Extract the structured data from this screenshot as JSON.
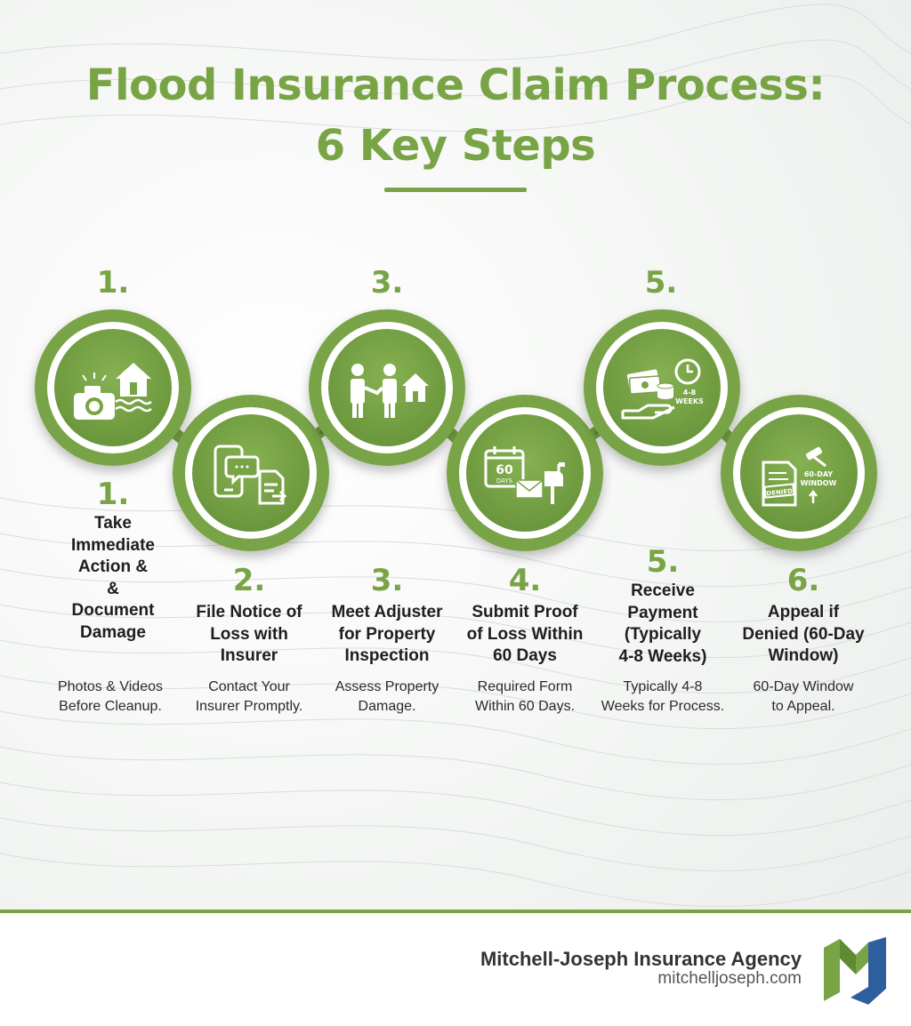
{
  "title_line1": "Flood Insurance Claim Process:",
  "title_line2": "6 Key Steps",
  "top_numbers": [
    "1.",
    "3.",
    "5."
  ],
  "steps": [
    {
      "num": "1.",
      "title_lines": [
        "Take",
        "Immediate",
        "Action &",
        "&",
        "Document",
        "Damage"
      ],
      "desc_lines": [
        "Photos & Videos",
        "Before Cleanup."
      ],
      "icon": "camera-house-flood-icon"
    },
    {
      "num": "2.",
      "title_lines": [
        "File Notice of",
        "Loss with",
        "Insurer"
      ],
      "desc_lines": [
        "Contact Your",
        "Insurer Promptly."
      ],
      "icon": "phone-chat-document-icon"
    },
    {
      "num": "3.",
      "title_lines": [
        "Meet Adjuster",
        "for Property",
        "Inspection"
      ],
      "desc_lines": [
        "Assess Property",
        "Damage."
      ],
      "icon": "adjuster-handshake-house-icon"
    },
    {
      "num": "4.",
      "title_lines": [
        "Submit Proof",
        "of Loss Within",
        "60 Days"
      ],
      "desc_lines": [
        "Required Form",
        "Within 60 Days."
      ],
      "icon": "calendar-envelope-mailbox-icon",
      "calendar_top": "60",
      "calendar_bottom": "DAYS"
    },
    {
      "num": "5.",
      "title_lines": [
        "Receive",
        "Payment",
        "(Typically",
        "4-8 Weeks)"
      ],
      "desc_lines": [
        "Typically 4-8",
        "Weeks for Process."
      ],
      "icon": "money-hand-clock-icon",
      "clock_label_1": "4-8",
      "clock_label_2": "WEEKS"
    },
    {
      "num": "6.",
      "title_lines": [
        "Appeal if",
        "Denied (60-Day",
        "Window)"
      ],
      "desc_lines": [
        "60-Day Window",
        "to Appeal."
      ],
      "icon": "gavel-document-icon",
      "window_label_1": "60-DAY",
      "window_label_2": "WINDOW",
      "stamp_label": "DENIED"
    }
  ],
  "footer": {
    "agency_name": "Mitchell-Joseph Insurance Agency",
    "agency_url": "mitchelljoseph.com"
  },
  "colors": {
    "accent": "#78a446",
    "dark_green": "#5e8a32",
    "logo_blue": "#2d5f9e",
    "text": "#1e1e1e"
  }
}
